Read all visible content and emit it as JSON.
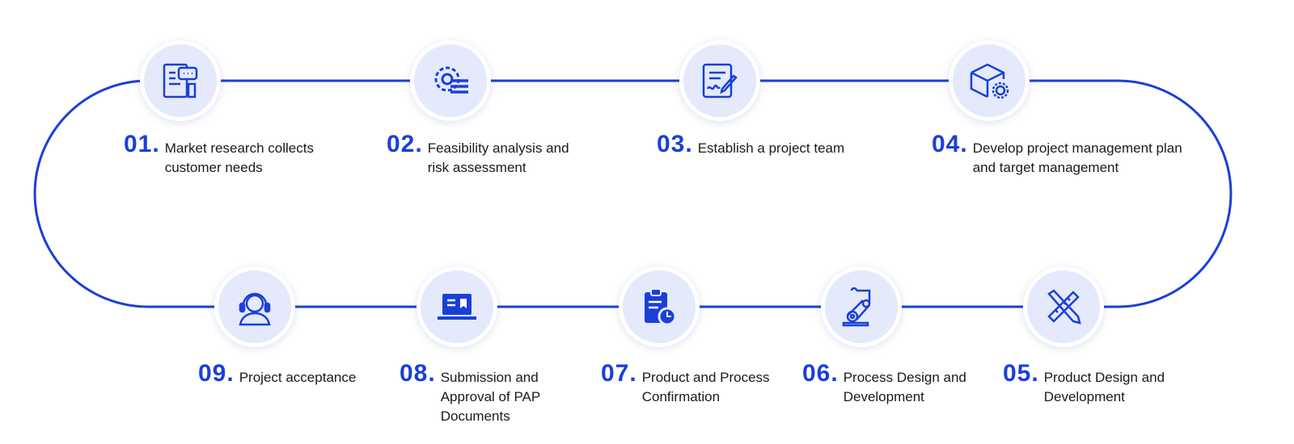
{
  "accent_color": "#1a3fd8",
  "steps": [
    {
      "num": "01.",
      "text": "Market research collects customer needs",
      "icon": "document-chat-icon"
    },
    {
      "num": "02.",
      "text": "Feasibility analysis and risk assessment",
      "icon": "gear-list-icon"
    },
    {
      "num": "03.",
      "text": "Establish a project team",
      "icon": "signature-pen-icon"
    },
    {
      "num": "04.",
      "text": "Develop project management plan and target management",
      "icon": "box-gear-icon"
    },
    {
      "num": "05.",
      "text": "Product Design and Development",
      "icon": "ruler-pencil-icon"
    },
    {
      "num": "06.",
      "text": "Process Design and Development",
      "icon": "robot-arm-icon"
    },
    {
      "num": "07.",
      "text": "Product and Process Confirmation",
      "icon": "clipboard-clock-icon"
    },
    {
      "num": "08.",
      "text": "Submission and Approval of PAP Documents",
      "icon": "laptop-book-icon"
    },
    {
      "num": "09.",
      "text": "Project acceptance",
      "icon": "headset-user-icon"
    }
  ]
}
